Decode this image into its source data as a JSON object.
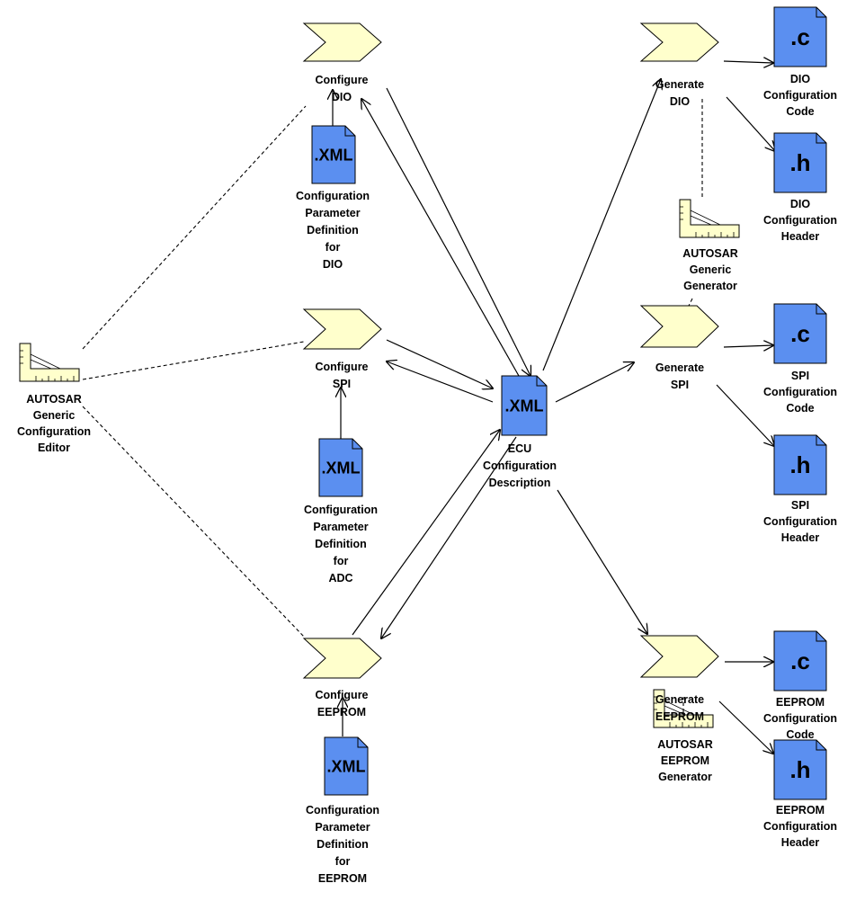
{
  "colors": {
    "file_fill": "#5b8ff0",
    "chevron_fill": "#ffffcc",
    "tool_fill": "#ffffcc",
    "line": "#000000"
  },
  "labels": {
    "configure_dio": [
      "Configure",
      "DIO"
    ],
    "configure_spi": [
      "Configure",
      "SPI"
    ],
    "configure_eeprom": [
      "Configure",
      "EEPROM"
    ],
    "generate_dio": [
      "Generate",
      "DIO"
    ],
    "generate_spi": [
      "Generate",
      "SPI"
    ],
    "generate_eeprom": [
      "Generate",
      "EEPROM"
    ],
    "param_dio": [
      "Configuration",
      "Parameter",
      "Definition",
      "for",
      "DIO"
    ],
    "param_spi": [
      "Configuration",
      "Parameter",
      "Definition",
      "for",
      "ADC"
    ],
    "param_eeprom": [
      "Configuration",
      "Parameter",
      "Definition",
      "for",
      "EEPROM"
    ],
    "ecu_desc": [
      "ECU",
      "Configuration",
      "Description"
    ],
    "editor": [
      "AUTOSAR",
      "Generic",
      "Configuration",
      "Editor"
    ],
    "generic_generator": [
      "AUTOSAR",
      "Generic",
      "Generator"
    ],
    "eeprom_generator": [
      "AUTOSAR",
      "EEPROM",
      "Generator"
    ],
    "dio_code": [
      "DIO",
      "Configuration",
      "Code"
    ],
    "dio_header": [
      "DIO",
      "Configuration",
      "Header"
    ],
    "spi_code": [
      "SPI",
      "Configuration",
      "Code"
    ],
    "spi_header": [
      "SPI",
      "Configuration",
      "Header"
    ],
    "eeprom_code": [
      "EEPROM",
      "Configuration",
      "Code"
    ],
    "eeprom_header": [
      "EEPROM",
      "Configuration",
      "Header"
    ]
  },
  "file_types": {
    "xml": ".XML",
    "c": ".c",
    "h": ".h"
  },
  "icons": {
    "chevron": "process-chevron-icon",
    "file": "document-icon",
    "tool": "ruler-triangle-tool-icon"
  }
}
